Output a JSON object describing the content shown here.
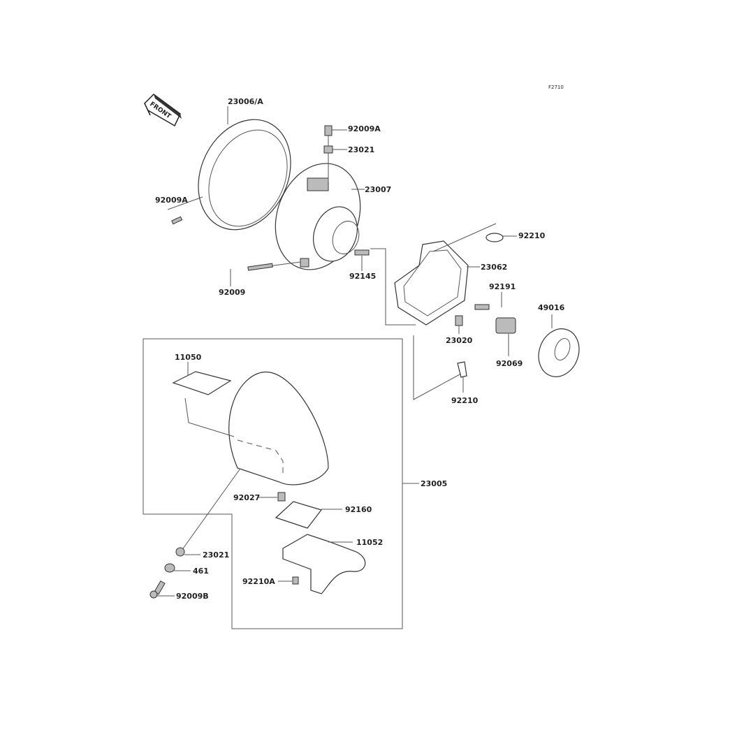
{
  "diagram_code": "F2710",
  "direction_label": "FRONT",
  "parts": {
    "rim": "23006/A",
    "screw_top": "92009A",
    "nut_top": "23021",
    "headlight_unit": "23007",
    "screw_left": "92009A",
    "cap_upper": "92210",
    "housing_case": "23062",
    "spring": "92145",
    "screw_adjust": "92009",
    "socket_pin": "92191",
    "bulb_cover": "49016",
    "bulb_small": "23020",
    "bulb_main": "92069",
    "cap_lower": "92210",
    "bracket_plate": "11050",
    "headlight_housing": "23005",
    "collar": "92027",
    "damper_plate": "92160",
    "bracket": "11052",
    "nut_lower": "23021",
    "washer": "461",
    "nut_bracket": "92210A",
    "bolt_lower": "92009B"
  }
}
